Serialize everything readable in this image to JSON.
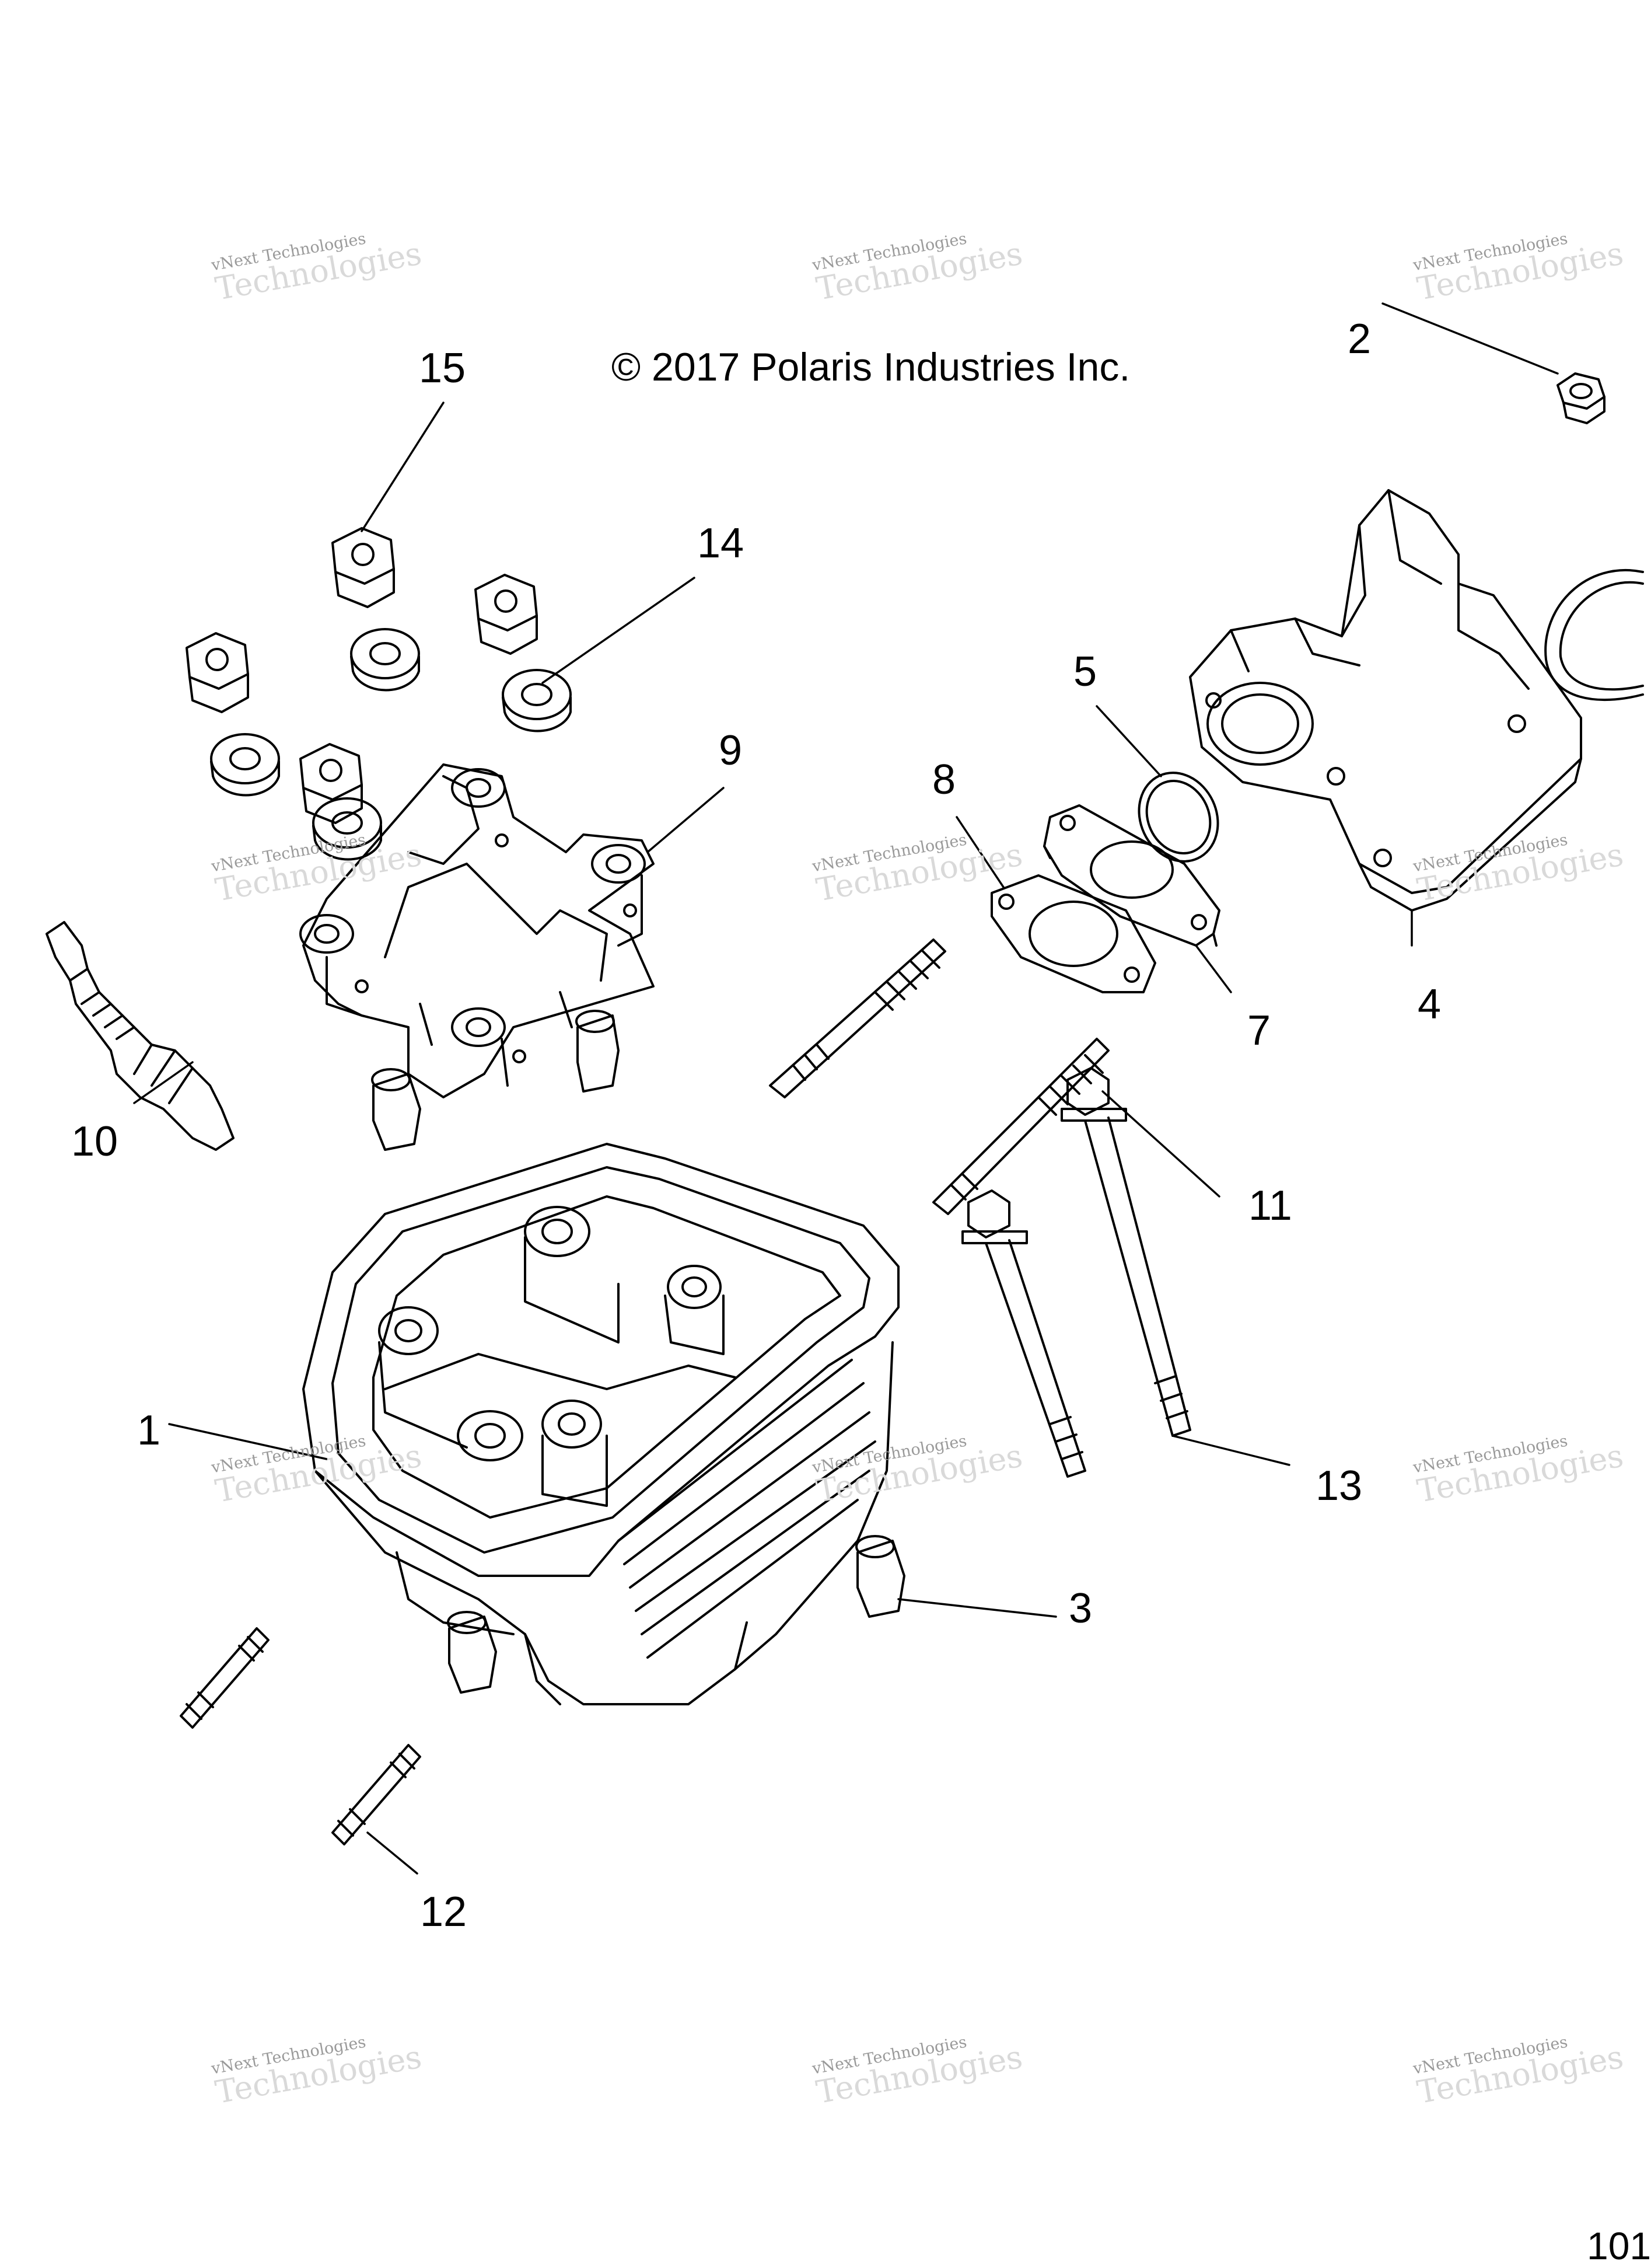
{
  "copyright": "© 2017 Polaris Industries Inc.",
  "watermark": {
    "line1": "vNext Technologies",
    "line2": "Technologies"
  },
  "callouts": [
    "1",
    "2",
    "3",
    "4",
    "5",
    "7",
    "8",
    "9",
    "10",
    "11",
    "12",
    "13",
    "14",
    "15"
  ],
  "page_number": "101",
  "colors": {
    "ink": "#000000",
    "watermark": "#d0d0d0"
  }
}
